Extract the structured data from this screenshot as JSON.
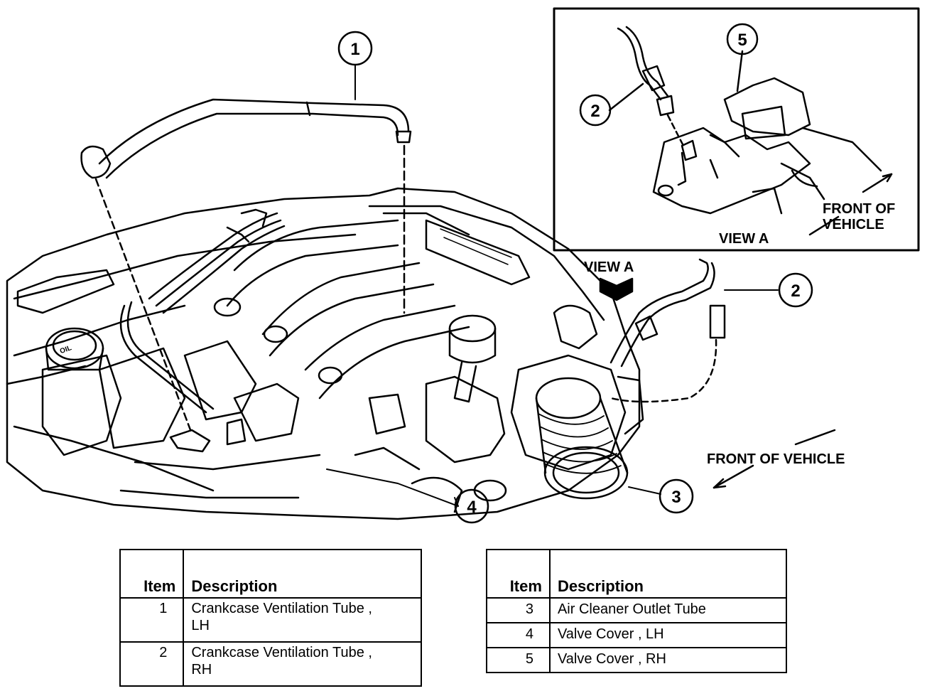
{
  "callouts": {
    "c1": "1",
    "c2_inset": "2",
    "c2_main": "2",
    "c3": "3",
    "c4": "4",
    "c5": "5"
  },
  "labels": {
    "view_a_inset": "VIEW A",
    "view_a_main": "VIEW A",
    "front_inset_line1": "FRONT OF",
    "front_inset_line2": "VEHICLE",
    "front_main": "FRONT OF VEHICLE"
  },
  "legend_left": {
    "header_item": "Item",
    "header_desc": "Description",
    "rows": [
      {
        "item": "1",
        "line1": "Crankcase Ventilation Tube ,",
        "line2": "LH"
      },
      {
        "item": "2",
        "line1": "Crankcase Ventilation Tube ,",
        "line2": "RH"
      }
    ]
  },
  "legend_right": {
    "header_item": "Item",
    "header_desc": "Description",
    "rows": [
      {
        "item": "3",
        "desc": "Air Cleaner Outlet Tube"
      },
      {
        "item": "4",
        "desc": "Valve Cover , LH"
      },
      {
        "item": "5",
        "desc": "Valve Cover , RH"
      }
    ]
  }
}
